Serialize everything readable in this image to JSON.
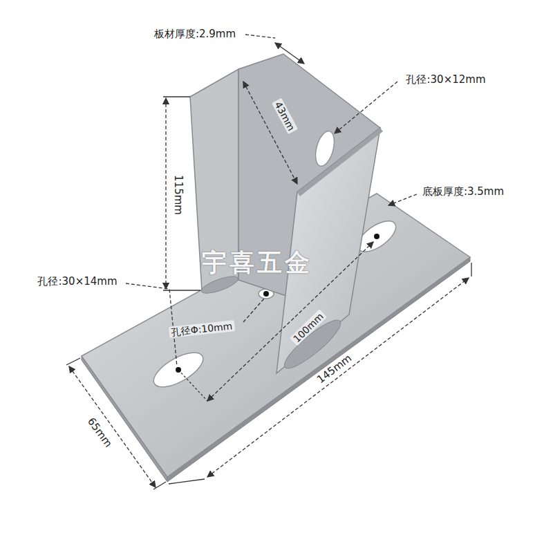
{
  "diagram": {
    "labels": [
      "板材厚度:2.9mm",
      "孔径:30×12mm",
      "43mm",
      "底板厚度:3.5mm",
      "115mm",
      "孔径:30×14mm",
      "孔径Φ:10mm",
      "100mm",
      "145mm",
      "65mm",
      "宇喜五金"
    ]
  }
}
